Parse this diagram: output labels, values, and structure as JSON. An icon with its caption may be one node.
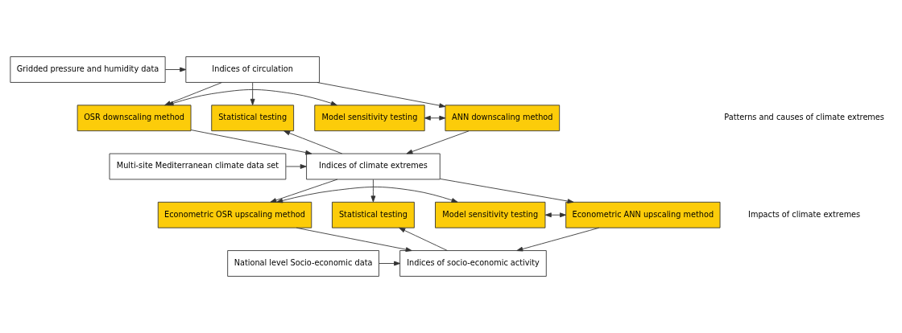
{
  "diagram": {
    "nodes": [
      {
        "text": [
          "Indices of circulation"
        ]
      },
      {
        "text": [
          "Gridded pressure and humidity data"
        ]
      },
      {
        "text": [
          "Statistical testing"
        ]
      },
      {
        "text": [
          "OSR downscaling method"
        ]
      },
      {
        "text": [
          "Model sensitivity testing"
        ]
      },
      {
        "text": [
          "ANN downscaling method"
        ]
      },
      {
        "text": [
          "Indices of climate extremes"
        ]
      },
      {
        "text": [
          "Multi-site Mediterranean climate data set"
        ]
      },
      {
        "text": [
          "Statistical testing"
        ]
      },
      {
        "text": [
          "Econometric OSR upscaling method"
        ]
      },
      {
        "text": [
          "Model sensitivity testing"
        ]
      },
      {
        "text": [
          "Econometric ANN upscaling method"
        ]
      },
      {
        "text": [
          "Indices of socio-economic activity"
        ]
      },
      {
        "text": [
          "National level Socio-economic data"
        ]
      }
    ],
    "edges": [
      {
        "from": 1,
        "to": 0,
        "arrow": "to"
      },
      {
        "from": 0,
        "to": 2,
        "arrow": "to"
      },
      {
        "from": 0,
        "to": 3,
        "arrow": "to"
      },
      {
        "from": 0,
        "to": 5,
        "arrow": "to"
      },
      {
        "from": 3,
        "to": 4,
        "arrow": "both"
      },
      {
        "from": 4,
        "to": 5,
        "arrow": "both"
      },
      {
        "from": 3,
        "to": 6,
        "arrow": "to"
      },
      {
        "from": 5,
        "to": 6,
        "arrow": "to"
      },
      {
        "from": 7,
        "to": 6,
        "arrow": "to"
      },
      {
        "from": 6,
        "to": 2,
        "arrow": "to"
      },
      {
        "from": 6,
        "to": 8,
        "arrow": "to"
      },
      {
        "from": 6,
        "to": 9,
        "arrow": "to"
      },
      {
        "from": 6,
        "to": 11,
        "arrow": "to"
      },
      {
        "from": 9,
        "to": 10,
        "arrow": "both"
      },
      {
        "from": 10,
        "to": 11,
        "arrow": "both"
      },
      {
        "from": 9,
        "to": 12,
        "arrow": "to"
      },
      {
        "from": 11,
        "to": 12,
        "arrow": "to"
      },
      {
        "from": 13,
        "to": 12,
        "arrow": "to"
      },
      {
        "from": 12,
        "to": 8,
        "arrow": "to"
      }
    ],
    "labels": [
      "Patterns and causes of climate extremes",
      "Impacts of climate extremes"
    ]
  }
}
